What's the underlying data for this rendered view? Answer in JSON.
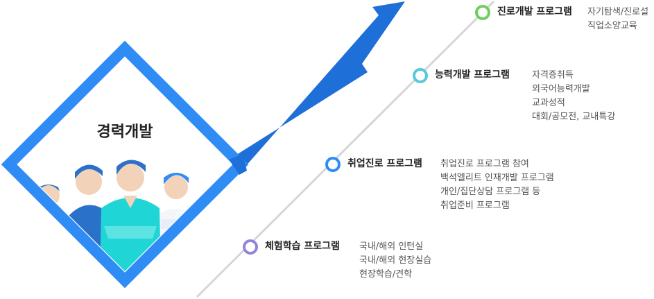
{
  "center": {
    "label": "경력개발"
  },
  "colors": {
    "frame": "#2f8cf5",
    "arrow": "#1f6fd9",
    "line": "#d6d6d6",
    "people": [
      "#2a72c9",
      "#5a9be0",
      "#1fd5d5",
      "#2f8cf5"
    ]
  },
  "stages": [
    {
      "title": "체험학습 프로그램",
      "dot_color": "#9383db",
      "items": [
        "국내/해외 인턴실",
        "국내/해외 현장실습",
        "현장학습/견학"
      ]
    },
    {
      "title": "취업진로 프로그램",
      "dot_color": "#2f8cf5",
      "items": [
        "취업진로 프로그램 참여",
        "백석엘리트 인재개발 프로그램",
        "개인/집단상담 프로그램 등",
        "취업준비 프로그램"
      ]
    },
    {
      "title": "능력개발 프로그램",
      "dot_color": "#58c9d6",
      "items": [
        "자격증취득",
        "외국어능력개발",
        "교과성적",
        "대회/공모전, 교내특강"
      ]
    },
    {
      "title": "진로개발 프로그램",
      "dot_color": "#6fcf5b",
      "items": [
        "자기탐색/진로설",
        "직업소양교육"
      ]
    }
  ]
}
